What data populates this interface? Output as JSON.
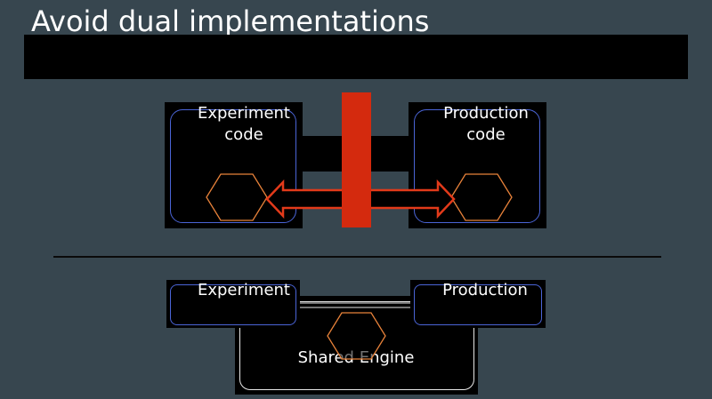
{
  "slide": {
    "title": "Avoid dual implementations"
  },
  "top_diagram": {
    "experiment_label": "Experiment\ncode",
    "production_label": "Production\ncode"
  },
  "bottom_diagram": {
    "experiment_label": "Experiment",
    "production_label": "Production",
    "engine_label": "Shared Engine"
  },
  "colors": {
    "background": "#37464f",
    "box_fill": "#000000",
    "box_outline_blue": "#4a64d6",
    "hexagon_stroke": "#e8823a",
    "barrier_red": "#d42a0e",
    "arrow_stroke": "#e23a1a"
  }
}
